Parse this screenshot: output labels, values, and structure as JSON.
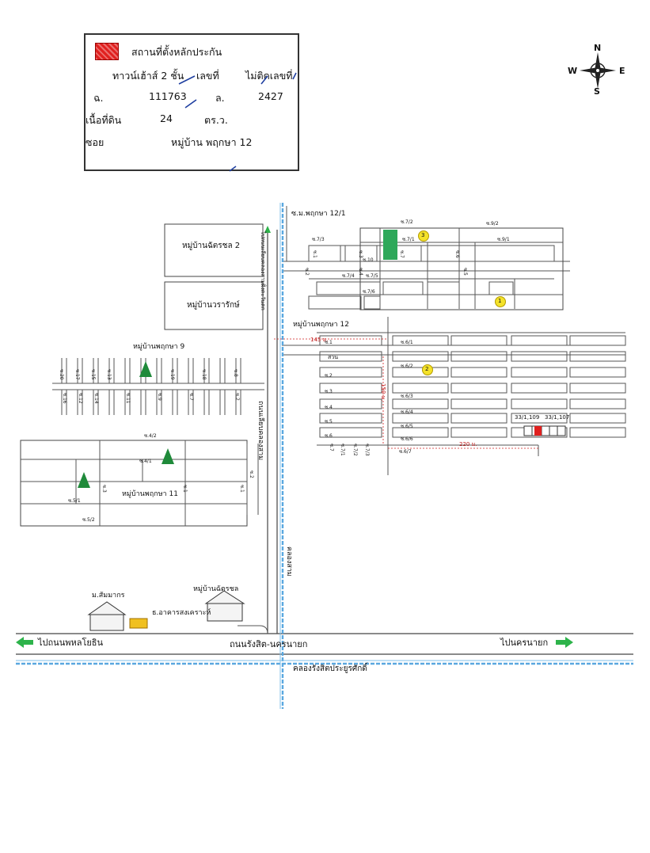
{
  "legend": {
    "title": "สถานที่ตั้งหลักประกัน",
    "house_type": "ทาวน์เฮ้าส์ 2 ชั้น",
    "house_no_label": "เลขที่",
    "house_no_value": "ไม่ติดเลขที่",
    "deed_label": "ฉ.",
    "deed_value": "111763",
    "land_no_label": "ล.",
    "land_no_value": "2427",
    "area_label": "เนื้อที่ดิน",
    "area_value": "24",
    "area_unit": "ตร.ว.",
    "soi_label": "ซอย",
    "soi_value": "หมู่บ้าน พฤกษา 12",
    "swatch_color": "#e0201f"
  },
  "compass": {
    "n": "N",
    "s": "S",
    "e": "E",
    "w": "W"
  },
  "villages": {
    "chatchon2": "หมู่บ้านฉัตรชล 2",
    "wararak": "หมู่บ้านวรารักษ์",
    "pruksa9": "หมู่บ้านพฤกษา 9",
    "pruksa11": "หมู่บ้านพฤกษา 11",
    "pruksa12": "หมู่บ้านพฤกษา 12",
    "pruksa12_1": "ซ.ม.พฤกษา 12/1",
    "chatchon": "หมู่บ้านฉัตรชล"
  },
  "roads": {
    "main_road": "ถนนรังสิต-นครนายก",
    "to_west": "ไปถนนพหลโยธิน",
    "to_east": "ไปนครนายก",
    "canal_main": "คลองรังสิตประยูรศักดิ์",
    "canal_side": "คลองสาม",
    "klong_sam_road": "ถนนเลียบคลองสาม",
    "side_road_top": "ไปถนนเลียบคลองสามฝั่งตะวันตก"
  },
  "landmarks": {
    "school": "ม.สัมมากร",
    "bank": "ธ.อาคารสงเคราะห์",
    "park": "สวน",
    "marker1": "1",
    "marker2": "2",
    "marker3": "3"
  },
  "distances": {
    "d145": "145 ม.",
    "d150": "150 ม.",
    "d220": "220 ม."
  },
  "units": {
    "u1": "33/1,109",
    "u2": "33/1,107"
  },
  "sois": {
    "s1": "ซ.1",
    "s2": "ซ.2",
    "s3": "ซ.3",
    "s4": "ซ.4",
    "s5": "ซ.5",
    "s6": "ซ.6",
    "s7": "ซ.7",
    "s8": "ซ.8",
    "s9": "ซ.9",
    "s10": "ซ.10",
    "s11": "ซ.11",
    "s12": "ซ.12",
    "s13": "ซ.13",
    "s14": "ซ.14",
    "s15": "ซ.15",
    "s16": "ซ.16",
    "s17": "ซ.17",
    "s18": "ซ.18",
    "s19": "ซ.19",
    "s20": "ซ.20",
    "s6_1": "ซ.6/1",
    "s6_2": "ซ.6/2",
    "s6_3": "ซ.6/3",
    "s6_4": "ซ.6/4",
    "s6_5": "ซ.6/5",
    "s6_6": "ซ.6/6",
    "s6_7": "ซ.6/7",
    "s7_1": "ซ.7/1",
    "s7_2": "ซ.7/2",
    "s7_3": "ซ.7/3",
    "s7_4": "ซ.7/4",
    "s7_5": "ซ.7/5",
    "s7_6": "ซ.7/6",
    "s9_1": "ซ.9/1",
    "s9_2": "ซ.9/2",
    "s4_1": "ซ.4/1",
    "s4_2": "ซ.4/2",
    "s5_1": "ซ.5/1",
    "s5_2": "ซ.5/2"
  }
}
